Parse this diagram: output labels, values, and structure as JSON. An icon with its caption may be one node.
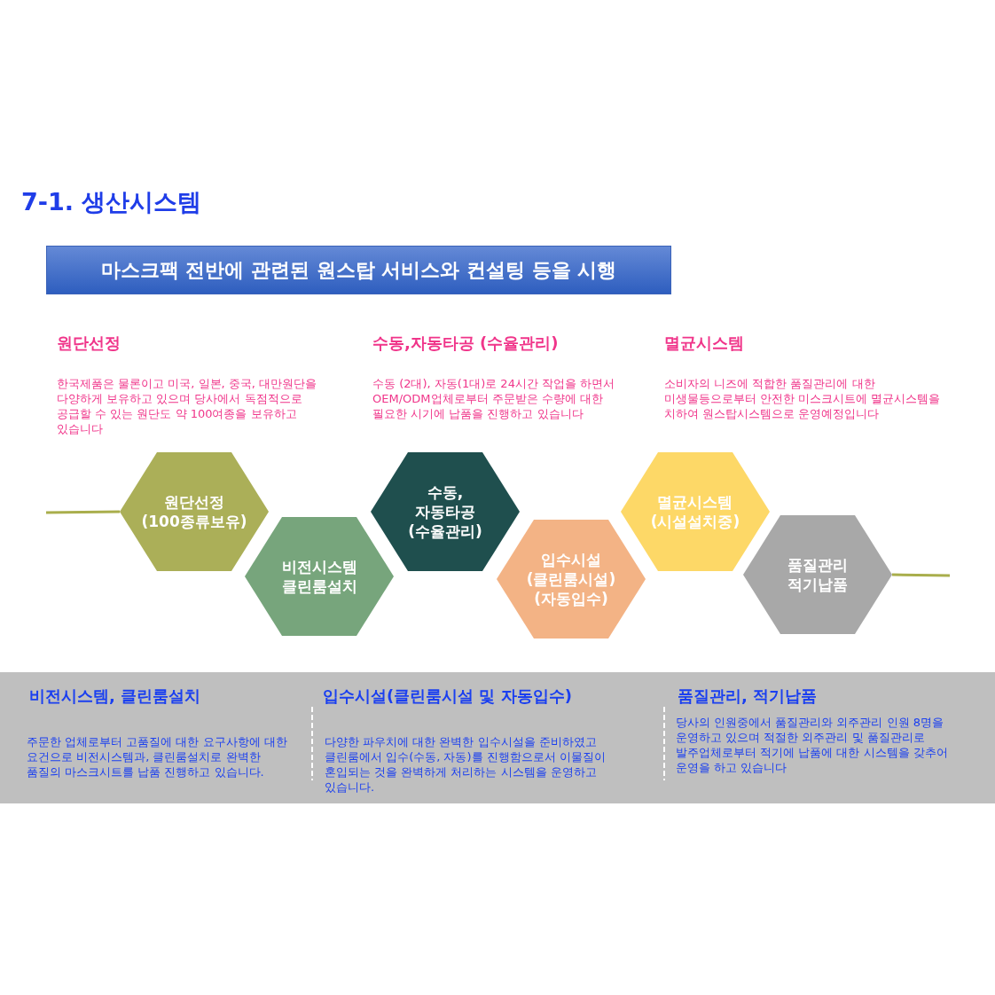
{
  "diagram": {
    "title": "7-1. 생산시스템",
    "nodes": [
      {
        "text": [
          "마스크팩 전반에 관련된 원스탑 서비스와 컨설팅 등을 시행"
        ]
      },
      {
        "text": [
          "원단선정 (100종류보유)"
        ]
      },
      {
        "text": [
          "비전시스템 클린룸설치"
        ]
      },
      {
        "text": [
          "수동,자동타공 (수율관리)"
        ]
      },
      {
        "text": [
          "입수시설 (클린룸시설) (자동입수)"
        ]
      },
      {
        "text": [
          "멸균시스템 (시설설치중)"
        ]
      },
      {
        "text": [
          "품질관리 적기납품"
        ]
      }
    ],
    "edges": [
      {
        "from": null,
        "to": 1,
        "arrow": "none"
      },
      {
        "from": 6,
        "to": null,
        "arrow": "none"
      }
    ],
    "labels": [
      "원단선정",
      "수동,자동타공 (수율관리)",
      "멸균시스템",
      "한국제품은 물론이고 미국, 일본, 중국, 대만원단을 다양하게 보유하고 있으며 당사에서 독점적으로 공급할 수 있는 원단도 약 100여종을 보유하고 있습니다",
      "수동 (2대), 자동(1대)로 24시간 작업을 하면서 OEM/ODM업체로부터 주문받은 수량에 대한 필요한 시기에 납품을 진행하고 있습니다",
      "소비자의 니즈에 적합한 품질관리에 대한 미생물등으로부터 안전한 미스크시트에 멸균시스템을 치하여 원스탑시스템으로 운영예정입니다",
      "비전시스템, 클린룸설치",
      "입수시설(클린룸시설 및 자동입수)",
      "품질관리, 적기납품",
      "주문한 업체로부터 고품질에 대한 요구사항에 대한 요건으로 비전시스템과, 클린룸설치로 완벽한 품질의 마스크시트를 납품 진행하고 있습니다.",
      "다양한 파우치에 대한 완벽한 입수시설을 준비하였고 클린룸에서 입수(수동, 자동)를 진행함으로서 이물질이 혼입되는 것을 완벽하게 처리하는 시스템을 운영하고 있습니다.",
      "당사의 인원중에서 품질관리와 외주관리 인원 8명을 운영하고 있으며 적절한 외주관리 및 품질관리로 발주업체로부터 적기에 납품에 대한 시스템을 갖추어 운영을 하고 있습니다"
    ]
  }
}
